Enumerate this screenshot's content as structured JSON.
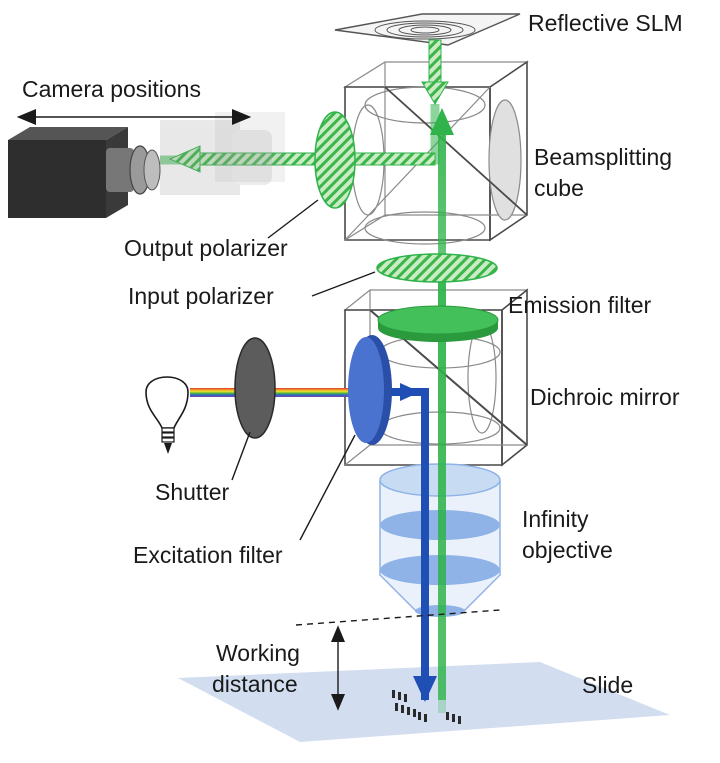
{
  "labels": {
    "reflective_slm": "Reflective SLM",
    "camera_positions": "Camera positions",
    "beamsplitting_1": "Beamsplitting",
    "beamsplitting_2": "cube",
    "output_polarizer": "Output polarizer",
    "input_polarizer": "Input polarizer",
    "emission_filter": "Emission filter",
    "dichroic_mirror": "Dichroic mirror",
    "shutter": "Shutter",
    "excitation_filter": "Excitation filter",
    "infinity_1": "Infinity",
    "infinity_2": "objective",
    "working_1": "Working",
    "working_2": "distance",
    "slide": "Slide"
  },
  "colors": {
    "emission_green": "#2fb34a",
    "excitation_blue": "#1f4fb5",
    "objective_blue": "#8fb3e6",
    "slide_blue": "#d2def0",
    "shutter_gray": "#5c5c5c",
    "camera_dark": "#2e2e2e"
  }
}
